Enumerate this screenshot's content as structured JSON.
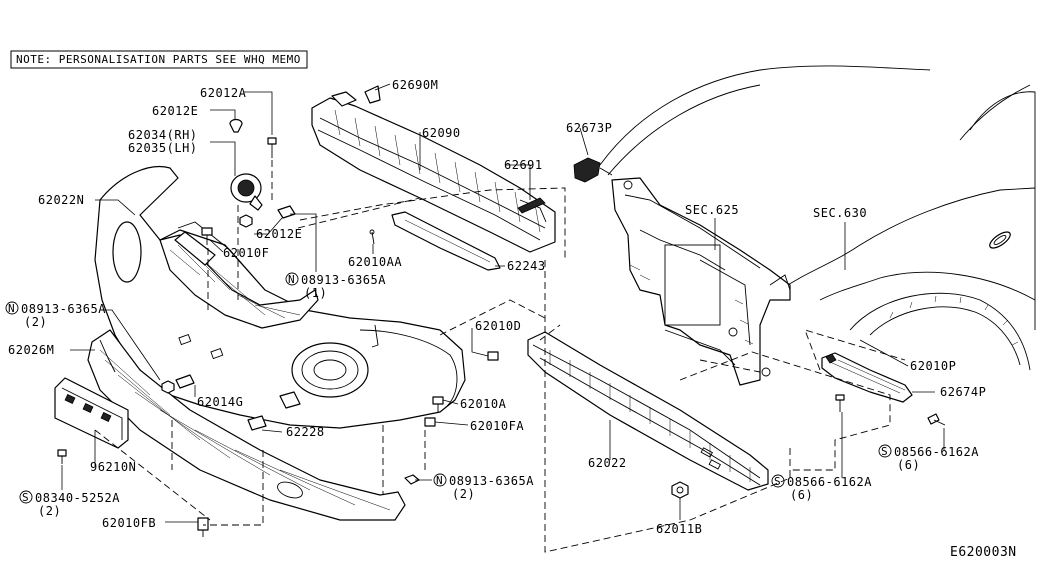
{
  "note": "NOTE: PERSONALISATION PARTS SEE WHQ MEMO",
  "diagram_code": "E620003N",
  "sections": {
    "sec625": "SEC.625",
    "sec630": "SEC.630"
  },
  "labels": {
    "p62012A": "62012A",
    "p62012E_top": "62012E",
    "p62034": "62034(RH)",
    "p62035": "62035(LH)",
    "p62022N": "62022N",
    "p62012E_mid": "62012E",
    "p62010F": "62010F",
    "p08913_1": "08913-6365A",
    "p08913_1_qty": "(1)",
    "p08913_2": "08913-6365A",
    "p08913_2_qty": "(2)",
    "p62026M": "62026M",
    "p62690M": "62690M",
    "p62090": "62090",
    "p62691": "62691",
    "p62010AA": "62010AA",
    "p62243": "62243",
    "p62673P": "62673P",
    "p62010D": "62010D",
    "p62014G": "62014G",
    "p62228": "62228",
    "p62010A": "62010A",
    "p62010FA": "62010FA",
    "p96210N": "96210N",
    "p08340": "08340-5252A",
    "p08340_qty": "(2)",
    "p62010FB": "62010FB",
    "p08913_3": "08913-6365A",
    "p08913_3_qty": "(2)",
    "p62022": "62022",
    "p62011B": "62011B",
    "p08566_1": "08566-6162A",
    "p08566_1_qty": "(6)",
    "p08566_2": "08566-6162A",
    "p08566_2_qty": "(6)",
    "p62674P": "62674P",
    "p62010P": "62010P"
  },
  "prefixes": {
    "n": "N",
    "s": "S"
  }
}
